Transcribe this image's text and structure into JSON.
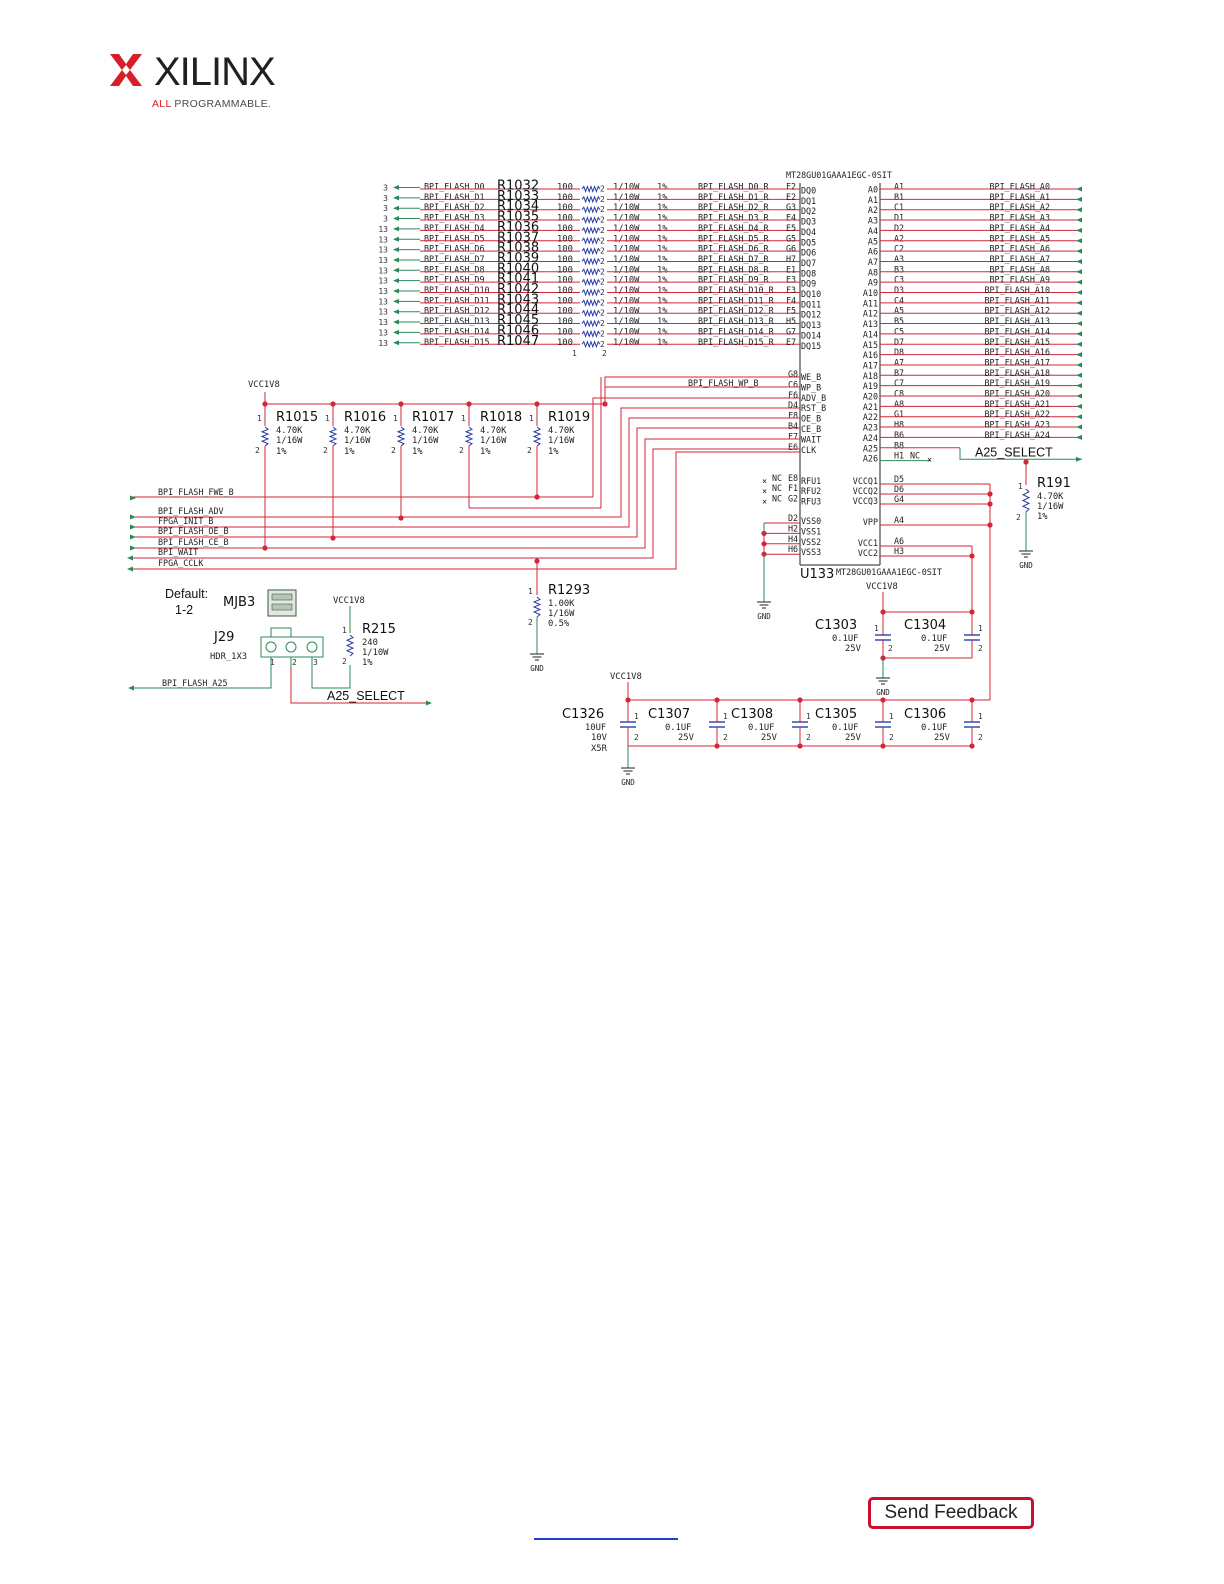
{
  "brand": {
    "name": "XILINX",
    "tagline_accent": "ALL",
    "tagline_rest": "PROGRAMMABLE."
  },
  "feedback": {
    "label": "Send Feedback"
  },
  "schematic": {
    "part_number": "MT28GU01GAAA1EGC-0SIT",
    "designator": "U133",
    "nets": {
      "vcc": "VCC1V8",
      "gnd": "GND",
      "a25_select": "A25_SELECT",
      "flash_wp": "BPI_FLASH_WP_B",
      "flash_fwe": "BPI_FLASH_FWE_B",
      "flash_adv": "BPI_FLASH_ADV",
      "init": "FPGA_INIT_B",
      "flash_oe": "BPI_FLASH_OE_B",
      "flash_ce": "BPI_FLASH_CE_B",
      "wait": "BPI_WAIT",
      "cclk": "FPGA_CCLK",
      "flash_a25": "BPI_FLASH_A25"
    },
    "data_rows": [
      {
        "sheet": "3",
        "net": "BPI_FLASH_D0",
        "ref": "R1032",
        "val": "100",
        "power": "1/10W",
        "tol": "1%",
        "rnet": "BPI_FLASH_D0_R",
        "ball": "F2",
        "pin": "DQ0"
      },
      {
        "sheet": "3",
        "net": "BPI_FLASH_D1",
        "ref": "R1033",
        "val": "100",
        "power": "1/10W",
        "tol": "1%",
        "rnet": "BPI_FLASH_D1_R",
        "ball": "E2",
        "pin": "DQ1"
      },
      {
        "sheet": "3",
        "net": "BPI_FLASH_D2",
        "ref": "R1034",
        "val": "100",
        "power": "1/10W",
        "tol": "1%",
        "rnet": "BPI_FLASH_D2_R",
        "ball": "G3",
        "pin": "DQ2"
      },
      {
        "sheet": "3",
        "net": "BPI_FLASH_D3",
        "ref": "R1035",
        "val": "100",
        "power": "1/10W",
        "tol": "1%",
        "rnet": "BPI_FLASH_D3_R",
        "ball": "E4",
        "pin": "DQ3"
      },
      {
        "sheet": "13",
        "net": "BPI_FLASH_D4",
        "ref": "R1036",
        "val": "100",
        "power": "1/10W",
        "tol": "1%",
        "rnet": "BPI_FLASH_D4_R",
        "ball": "E5",
        "pin": "DQ4"
      },
      {
        "sheet": "13",
        "net": "BPI_FLASH_D5",
        "ref": "R1037",
        "val": "100",
        "power": "1/10W",
        "tol": "1%",
        "rnet": "BPI_FLASH_D5_R",
        "ball": "G5",
        "pin": "DQ5"
      },
      {
        "sheet": "13",
        "net": "BPI_FLASH_D6",
        "ref": "R1038",
        "val": "100",
        "power": "1/10W",
        "tol": "1%",
        "rnet": "BPI_FLASH_D6_R",
        "ball": "G6",
        "pin": "DQ6"
      },
      {
        "sheet": "13",
        "net": "BPI_FLASH_D7",
        "ref": "R1039",
        "val": "100",
        "power": "1/10W",
        "tol": "1%",
        "rnet": "BPI_FLASH_D7_R",
        "ball": "H7",
        "pin": "DQ7"
      },
      {
        "sheet": "13",
        "net": "BPI_FLASH_D8",
        "ref": "R1040",
        "val": "100",
        "power": "1/10W",
        "tol": "1%",
        "rnet": "BPI_FLASH_D8_R",
        "ball": "E1",
        "pin": "DQ8"
      },
      {
        "sheet": "13",
        "net": "BPI_FLASH_D9",
        "ref": "R1041",
        "val": "100",
        "power": "1/10W",
        "tol": "1%",
        "rnet": "BPI_FLASH_D9_R",
        "ball": "E3",
        "pin": "DQ9"
      },
      {
        "sheet": "13",
        "net": "BPI_FLASH_D10",
        "ref": "R1042",
        "val": "100",
        "power": "1/10W",
        "tol": "1%",
        "rnet": "BPI_FLASH_D10_R",
        "ball": "F3",
        "pin": "DQ10"
      },
      {
        "sheet": "13",
        "net": "BPI_FLASH_D11",
        "ref": "R1043",
        "val": "100",
        "power": "1/10W",
        "tol": "1%",
        "rnet": "BPI_FLASH_D11_R",
        "ball": "F4",
        "pin": "DQ11"
      },
      {
        "sheet": "13",
        "net": "BPI_FLASH_D12",
        "ref": "R1044",
        "val": "100",
        "power": "1/10W",
        "tol": "1%",
        "rnet": "BPI_FLASH_D12_R",
        "ball": "F5",
        "pin": "DQ12"
      },
      {
        "sheet": "13",
        "net": "BPI_FLASH_D13",
        "ref": "R1045",
        "val": "100",
        "power": "1/10W",
        "tol": "1%",
        "rnet": "BPI_FLASH_D13_R",
        "ball": "H5",
        "pin": "DQ13"
      },
      {
        "sheet": "13",
        "net": "BPI_FLASH_D14",
        "ref": "R1046",
        "val": "100",
        "power": "1/10W",
        "tol": "1%",
        "rnet": "BPI_FLASH_D14_R",
        "ball": "G7",
        "pin": "DQ14"
      },
      {
        "sheet": "13",
        "net": "BPI_FLASH_D15",
        "ref": "R1047",
        "val": "100",
        "power": "1/10W",
        "tol": "1%",
        "rnet": "BPI_FLASH_D15_R",
        "ball": "E7",
        "pin": "DQ15"
      }
    ],
    "addr_rows": [
      {
        "pin": "A0",
        "ball": "A1",
        "net": "BPI_FLASH_A0"
      },
      {
        "pin": "A1",
        "ball": "B1",
        "net": "BPI_FLASH_A1"
      },
      {
        "pin": "A2",
        "ball": "C1",
        "net": "BPI_FLASH_A2"
      },
      {
        "pin": "A3",
        "ball": "D1",
        "net": "BPI_FLASH_A3"
      },
      {
        "pin": "A4",
        "ball": "D2",
        "net": "BPI_FLASH_A4"
      },
      {
        "pin": "A5",
        "ball": "A2",
        "net": "BPI_FLASH_A5"
      },
      {
        "pin": "A6",
        "ball": "C2",
        "net": "BPI_FLASH_A6"
      },
      {
        "pin": "A7",
        "ball": "A3",
        "net": "BPI_FLASH_A7"
      },
      {
        "pin": "A8",
        "ball": "B3",
        "net": "BPI_FLASH_A8"
      },
      {
        "pin": "A9",
        "ball": "C3",
        "net": "BPI_FLASH_A9"
      },
      {
        "pin": "A10",
        "ball": "D3",
        "net": "BPI_FLASH_A10"
      },
      {
        "pin": "A11",
        "ball": "C4",
        "net": "BPI_FLASH_A11"
      },
      {
        "pin": "A12",
        "ball": "A5",
        "net": "BPI_FLASH_A12"
      },
      {
        "pin": "A13",
        "ball": "B5",
        "net": "BPI_FLASH_A13"
      },
      {
        "pin": "A14",
        "ball": "C5",
        "net": "BPI_FLASH_A14"
      },
      {
        "pin": "A15",
        "ball": "D7",
        "net": "BPI_FLASH_A15"
      },
      {
        "pin": "A16",
        "ball": "D8",
        "net": "BPI_FLASH_A16"
      },
      {
        "pin": "A17",
        "ball": "A7",
        "net": "BPI_FLASH_A17"
      },
      {
        "pin": "A18",
        "ball": "B7",
        "net": "BPI_FLASH_A18"
      },
      {
        "pin": "A19",
        "ball": "C7",
        "net": "BPI_FLASH_A19"
      },
      {
        "pin": "A20",
        "ball": "C8",
        "net": "BPI_FLASH_A20"
      },
      {
        "pin": "A21",
        "ball": "A8",
        "net": "BPI_FLASH_A21"
      },
      {
        "pin": "A22",
        "ball": "G1",
        "net": "BPI_FLASH_A22"
      },
      {
        "pin": "A23",
        "ball": "H8",
        "net": "BPI_FLASH_A23"
      },
      {
        "pin": "A24",
        "ball": "B6",
        "net": "BPI_FLASH_A24"
      },
      {
        "pin": "A25",
        "ball": "B8",
        "net": "A25_SELECT"
      },
      {
        "pin": "A26",
        "ball": "H1",
        "net": "NC"
      }
    ],
    "ctrl_pins": [
      {
        "ball": "G8",
        "pin": "WE_B"
      },
      {
        "ball": "C6",
        "pin": "WP_B"
      },
      {
        "ball": "F6",
        "pin": "ADV_B"
      },
      {
        "ball": "D4",
        "pin": "RST_B"
      },
      {
        "ball": "F8",
        "pin": "OE_B"
      },
      {
        "ball": "B4",
        "pin": "CE_B"
      },
      {
        "ball": "F7",
        "pin": "WAIT"
      },
      {
        "ball": "E6",
        "pin": "CLK"
      }
    ],
    "rfu_pins": [
      {
        "nc": "NC",
        "ball": "E8",
        "pin": "RFU1"
      },
      {
        "nc": "NC",
        "ball": "F1",
        "pin": "RFU2"
      },
      {
        "nc": "NC",
        "ball": "G2",
        "pin": "RFU3"
      }
    ],
    "vss_pins": [
      {
        "ball": "D2",
        "pin": "VSS0"
      },
      {
        "ball": "H2",
        "pin": "VSS1"
      },
      {
        "ball": "H4",
        "pin": "VSS2"
      },
      {
        "ball": "H6",
        "pin": "VSS3"
      }
    ],
    "power_pins": [
      {
        "pin": "VCCQ1",
        "ball": "D5"
      },
      {
        "pin": "VCCQ2",
        "ball": "D6"
      },
      {
        "pin": "VCCQ3",
        "ball": "G4"
      },
      {
        "pin": "VPP",
        "ball": "A4"
      },
      {
        "pin": "VCC1",
        "ball": "A6"
      },
      {
        "pin": "VCC2",
        "ball": "H3"
      }
    ],
    "pullups": [
      {
        "ref": "R1015",
        "val": "4.70K",
        "power": "1/16W",
        "tol": "1%"
      },
      {
        "ref": "R1016",
        "val": "4.70K",
        "power": "1/16W",
        "tol": "1%"
      },
      {
        "ref": "R1017",
        "val": "4.70K",
        "power": "1/16W",
        "tol": "1%"
      },
      {
        "ref": "R1018",
        "val": "4.70K",
        "power": "1/16W",
        "tol": "1%"
      },
      {
        "ref": "R1019",
        "val": "4.70K",
        "power": "1/16W",
        "tol": "1%"
      }
    ],
    "r1293": {
      "ref": "R1293",
      "val": "1.00K",
      "power": "1/16W",
      "tol": "0.5%"
    },
    "r191": {
      "ref": "R191",
      "val": "4.70K",
      "power": "1/16W",
      "tol": "1%"
    },
    "r215": {
      "ref": "R215",
      "val": "240",
      "power": "1/10W",
      "tol": "1%"
    },
    "jumper": {
      "default_label": "Default:",
      "default_value": "1-2",
      "shunt_ref": "MJB3",
      "ref": "J29",
      "type": "HDR_1X3"
    },
    "caps_top": [
      {
        "ref": "C1303",
        "val": "0.1UF",
        "volt": "25V"
      },
      {
        "ref": "C1304",
        "val": "0.1UF",
        "volt": "25V"
      }
    ],
    "caps_bottom": [
      {
        "ref": "C1326",
        "val": "10UF",
        "volt": "10V",
        "diel": "X5R"
      },
      {
        "ref": "C1307",
        "val": "0.1UF",
        "volt": "25V"
      },
      {
        "ref": "C1308",
        "val": "0.1UF",
        "volt": "25V"
      },
      {
        "ref": "C1305",
        "val": "0.1UF",
        "volt": "25V"
      },
      {
        "ref": "C1306",
        "val": "0.1UF",
        "volt": "25V"
      }
    ],
    "pin_numbers": {
      "one": "1",
      "two": "2",
      "three": "3"
    }
  },
  "colors": {
    "wire": "#d4263a",
    "component": "#2b3ea6",
    "net_line": "#2a8a5a",
    "ink": "#222222"
  }
}
